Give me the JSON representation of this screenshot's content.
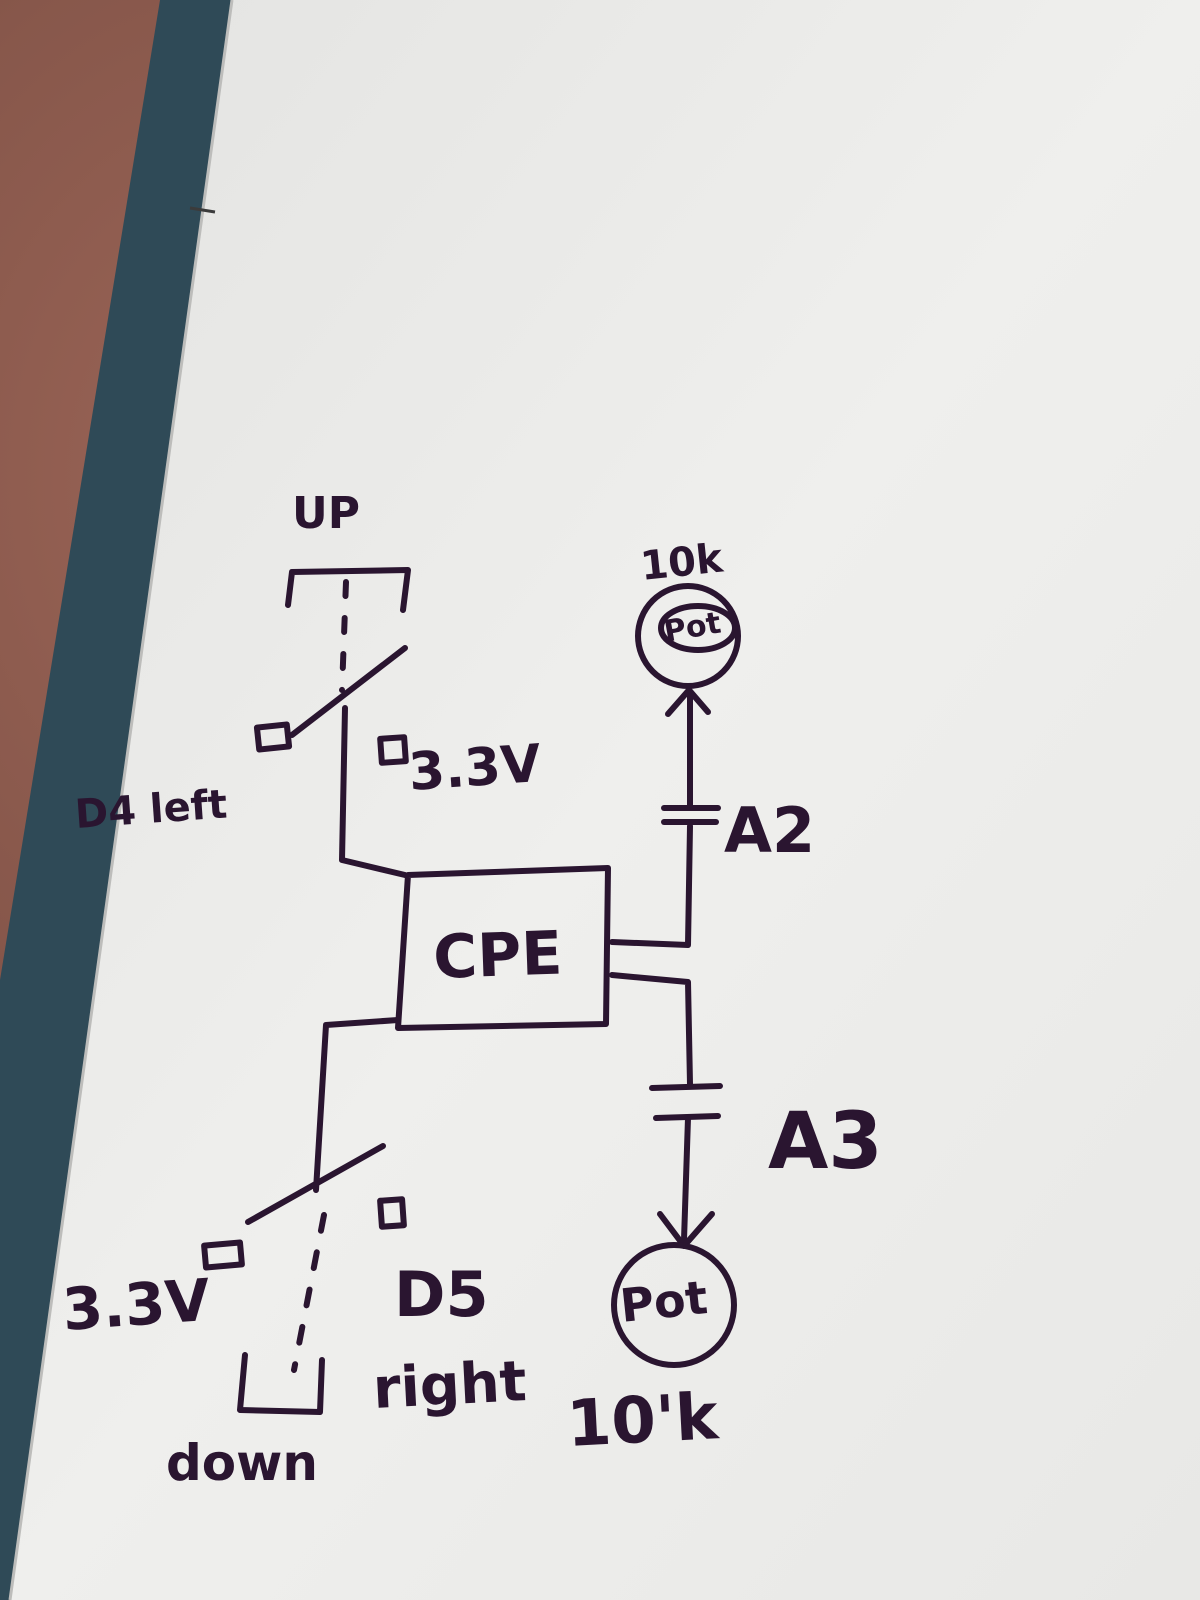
{
  "labels": {
    "up": "UP",
    "pot_top_value": "10k",
    "pot_top": "Pot",
    "top_left_pad": "D4 left",
    "top_right_pad": "3.3V",
    "capacitor_top": "A2",
    "chip": "CPE",
    "capacitor_bottom": "A3",
    "bottom_left_pad": "3.3V",
    "bottom_right_pad": "D5",
    "right_word": "right",
    "down": "down",
    "pot_bottom": "Pot",
    "pot_bottom_value": "10'k"
  },
  "colors": {
    "ink": "#2a1530",
    "paper": "#ececea",
    "paper_shadow": "#d9d9d7",
    "binder": "#2f4a57",
    "table": "#8a5a4e"
  }
}
